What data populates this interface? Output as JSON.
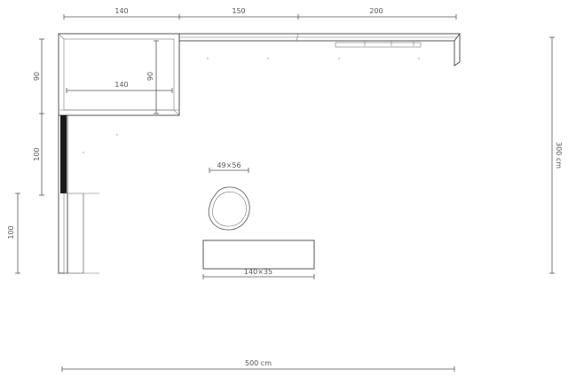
{
  "top_dimensions": {
    "seg_a": "140",
    "seg_b": "150",
    "seg_c": "200"
  },
  "left_dimensions": {
    "upper": "90",
    "middle": "100",
    "lower": "100"
  },
  "cabinet_dimensions": {
    "inner_width": "140",
    "inner_height": "90"
  },
  "stool_label": "49×56",
  "bench_label": "140×35",
  "room_width_label": "500 cm",
  "room_height_label": "300 cm",
  "colors": {
    "line": "#555555",
    "dark_panel": "#1a1a1a"
  }
}
